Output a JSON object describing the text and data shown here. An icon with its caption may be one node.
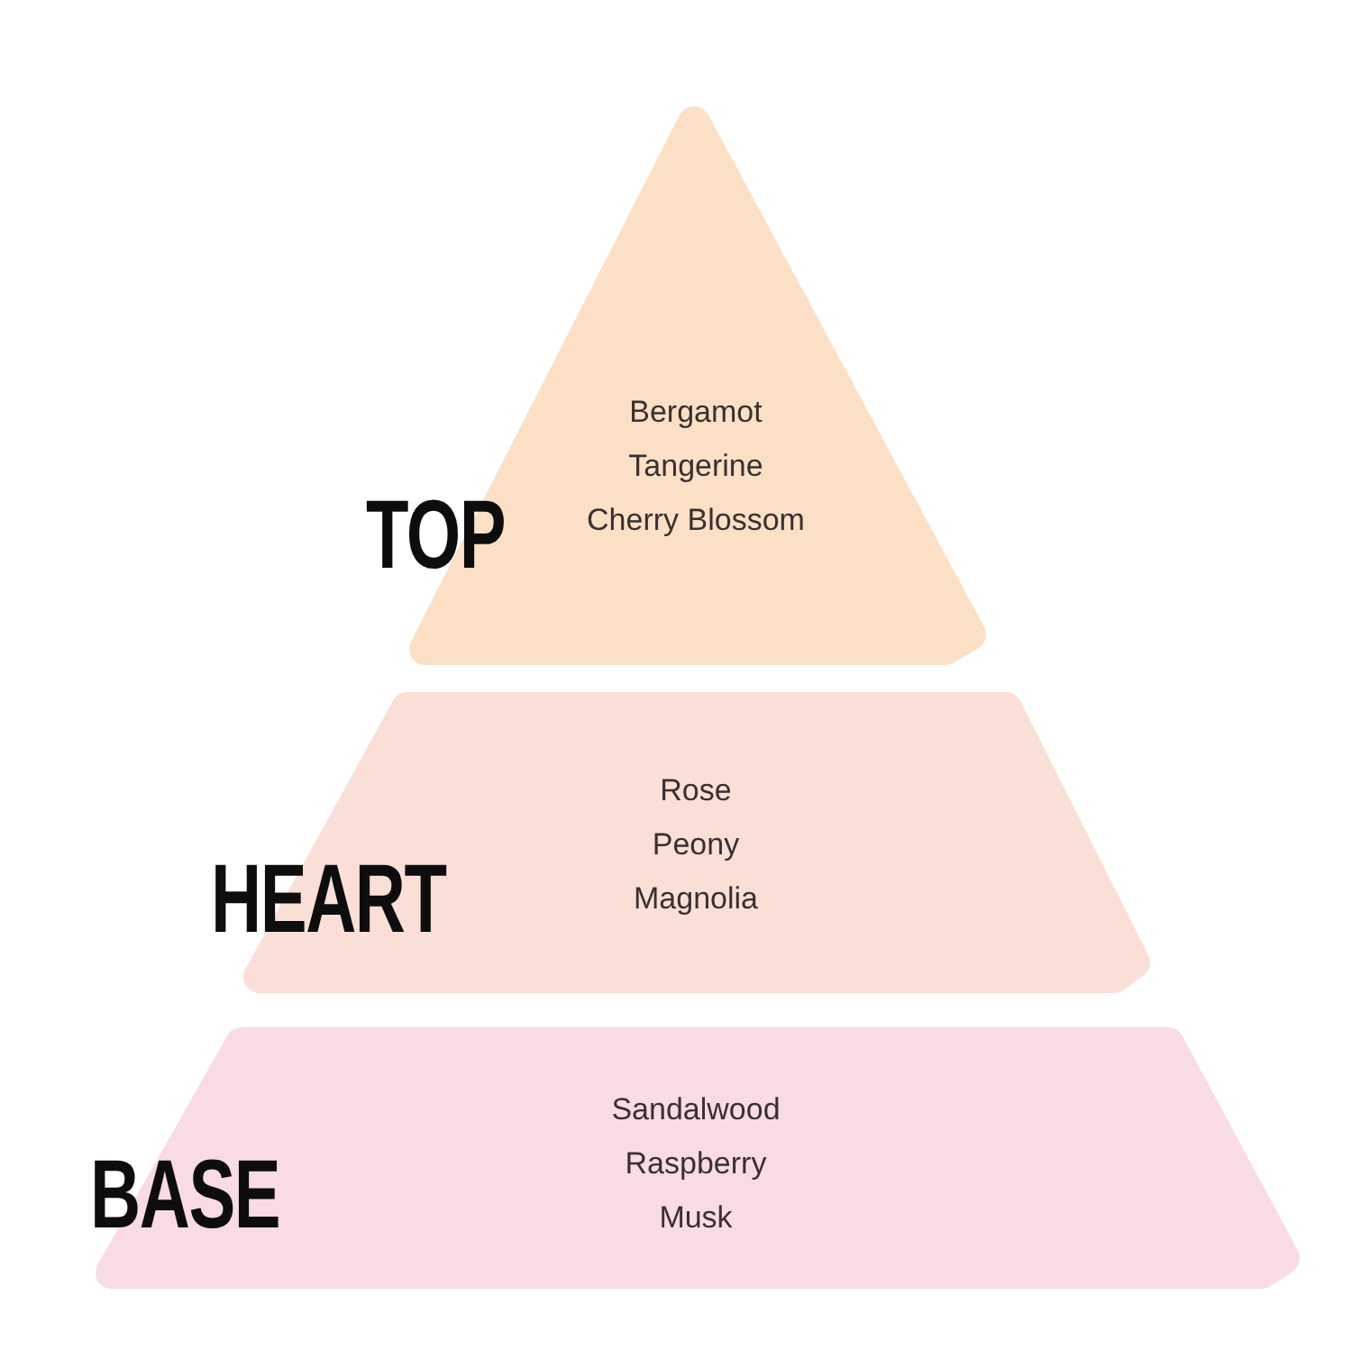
{
  "diagram": {
    "nodes": [
      {
        "text": [
          "TOP",
          "Bergamot",
          "Tangerine",
          "Cherry Blossom"
        ]
      },
      {
        "text": [
          "HEART",
          "Rose",
          "Peony",
          "Magnolia"
        ]
      },
      {
        "text": [
          "BASE",
          "Sandalwood",
          "Raspberry",
          "Musk"
        ]
      }
    ]
  }
}
